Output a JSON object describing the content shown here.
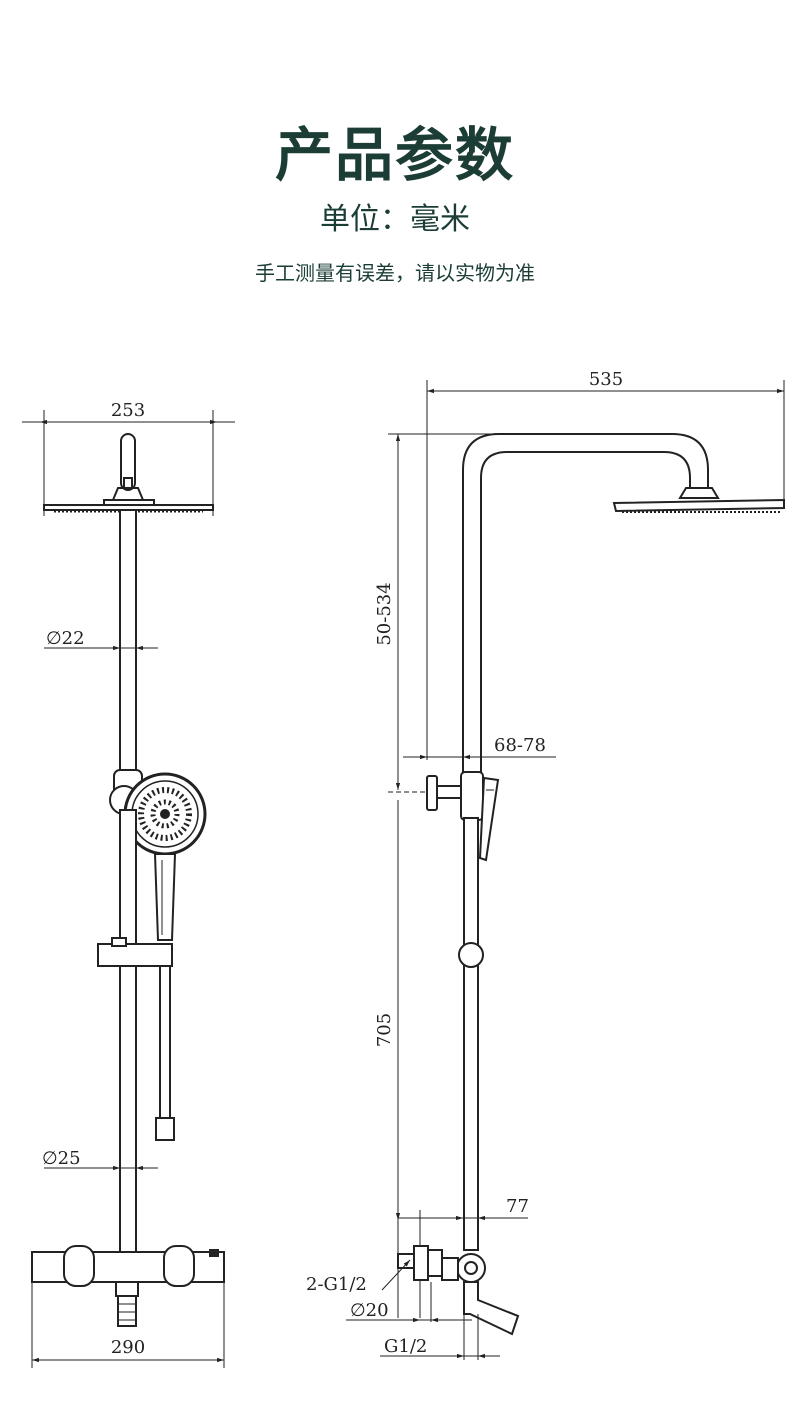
{
  "header": {
    "title": "产品参数",
    "unit": "单位：毫米",
    "note": "手工测量有误差，请以实物为准"
  },
  "colors": {
    "heading": "#1b3d36",
    "line": "#222222"
  },
  "front_view": {
    "head_width": "253",
    "upper_pipe_dia": "∅22",
    "lower_pipe_dia": "∅25",
    "valve_width": "290"
  },
  "side_view": {
    "arm_reach": "535",
    "height_range": "50-534",
    "wall_offset": "68-78",
    "bar_height": "705",
    "outlet_offset": "77",
    "inlet_thread": "2-G1/2",
    "inlet_dia": "∅20",
    "outlet_thread": "G1/2"
  }
}
